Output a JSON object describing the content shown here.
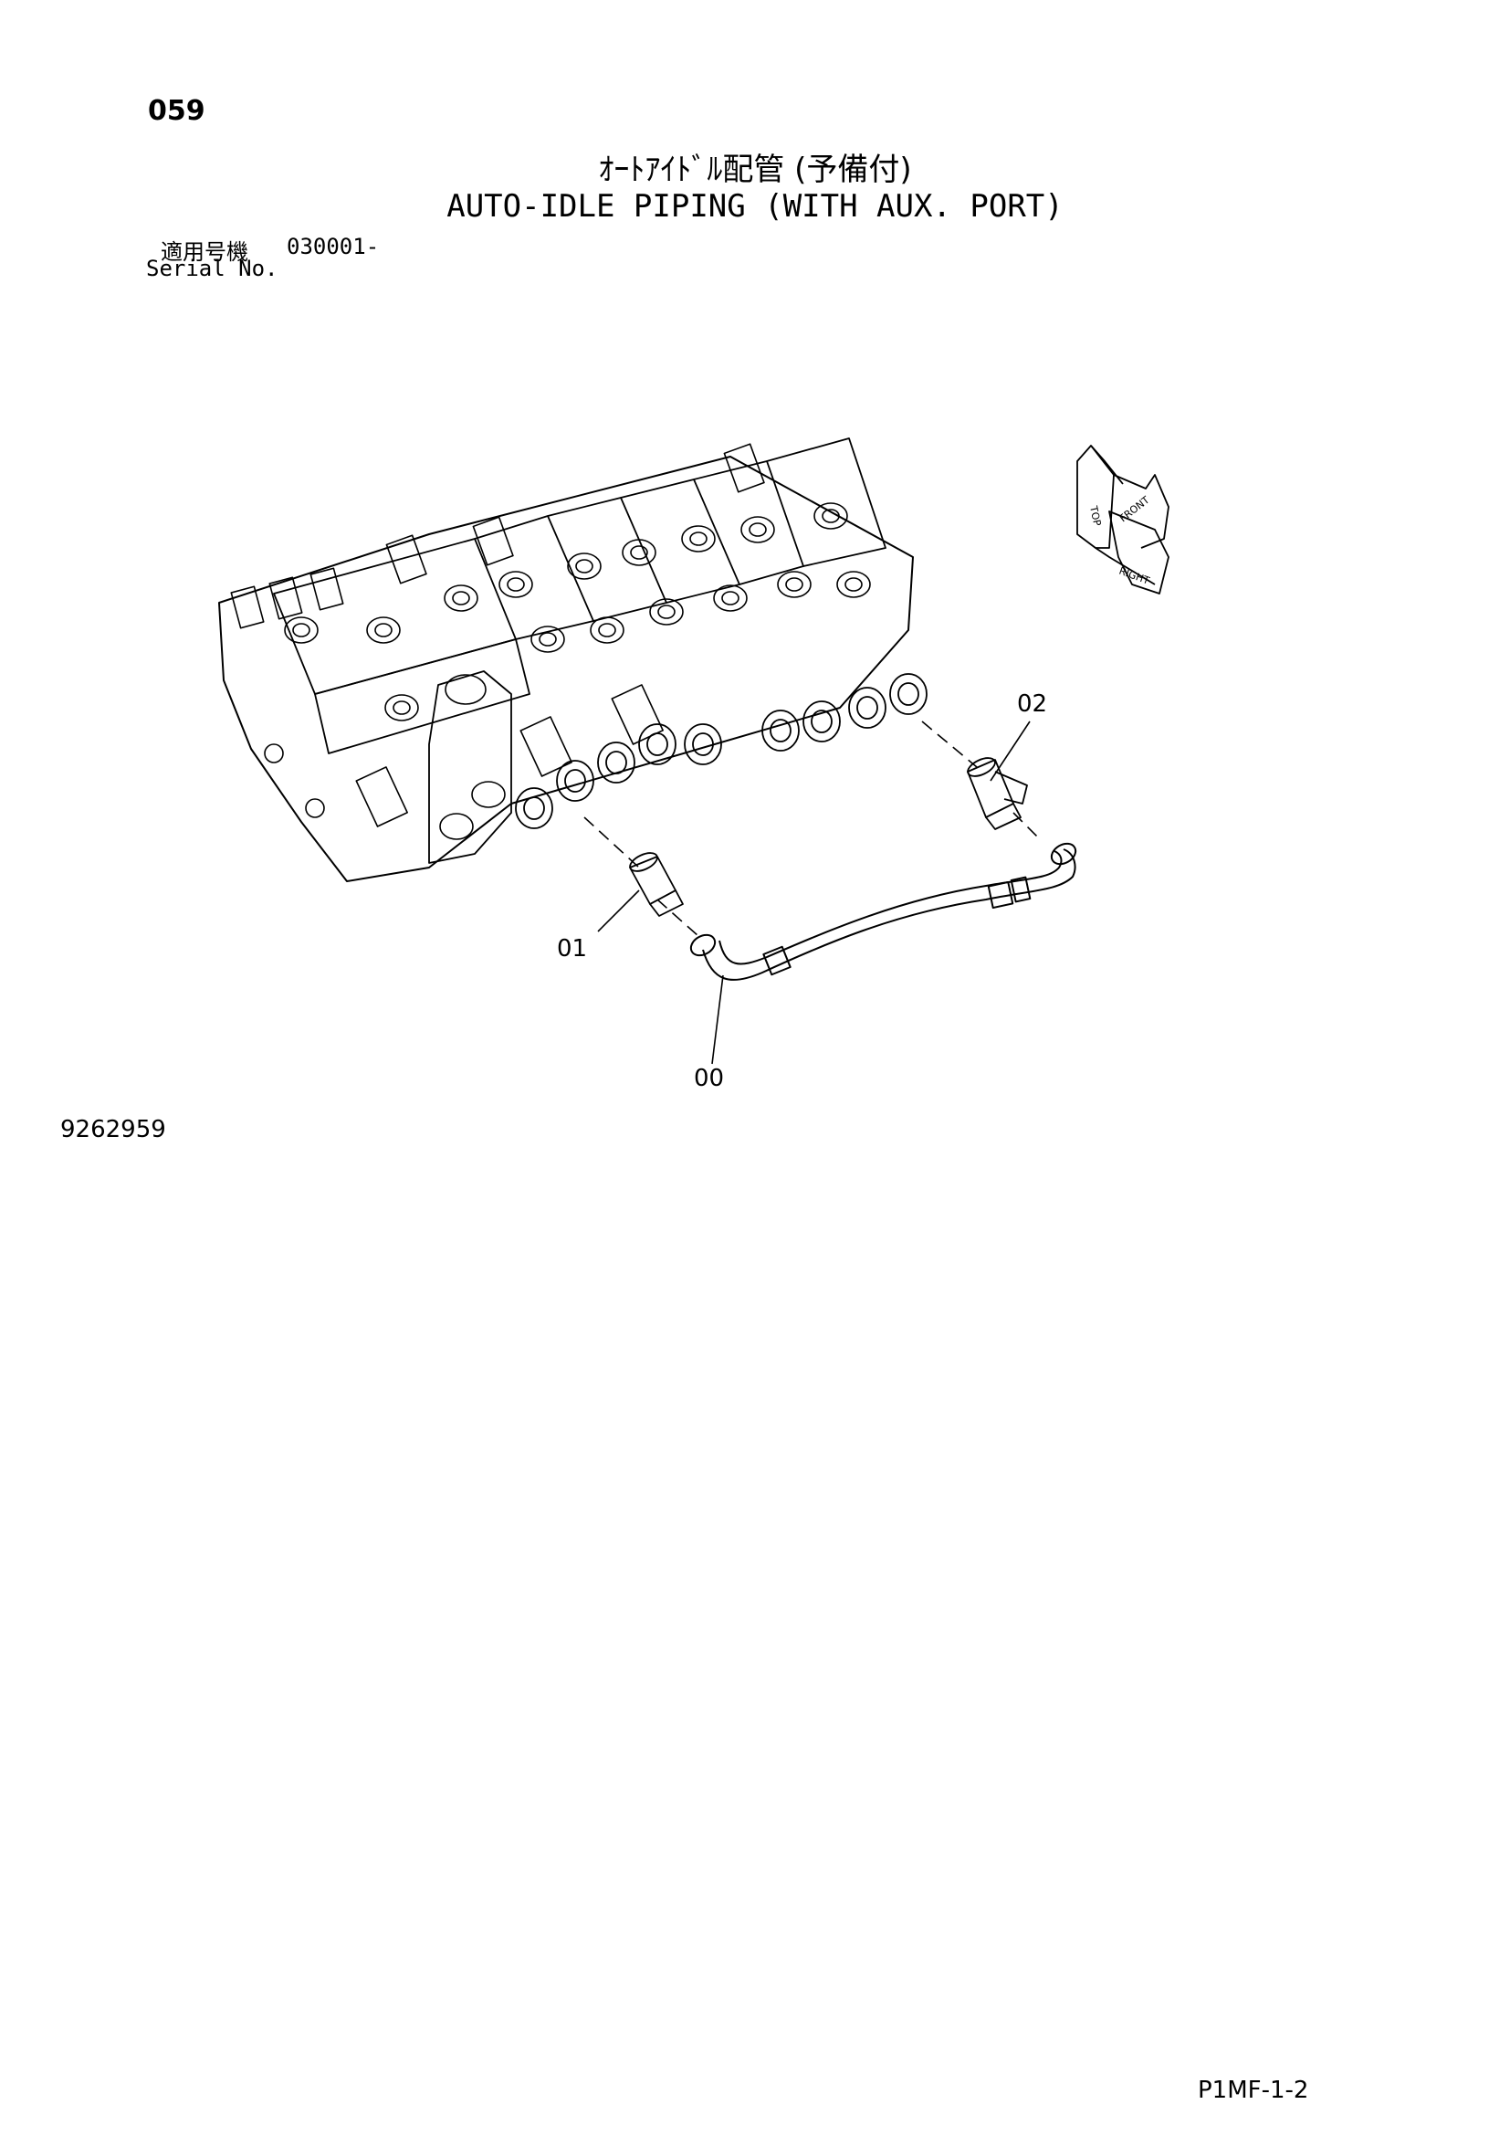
{
  "header": {
    "page_number": "059",
    "title_jp": "ｵｰﾄｱｲﾄﾞﾙ配管 (予備付)",
    "title_en": "AUTO-IDLE PIPING (WITH AUX. PORT)",
    "serial_label_jp": "適用号機",
    "serial_value": "030001-",
    "serial_label_en": "Serial No."
  },
  "diagram": {
    "callouts": [
      "02",
      "01",
      "00"
    ],
    "orientation_labels": [
      "TOP",
      "FRONT",
      "RIGHT"
    ]
  },
  "footer": {
    "drawing_number": "9262959",
    "page_code": "P1MF-1-2"
  }
}
